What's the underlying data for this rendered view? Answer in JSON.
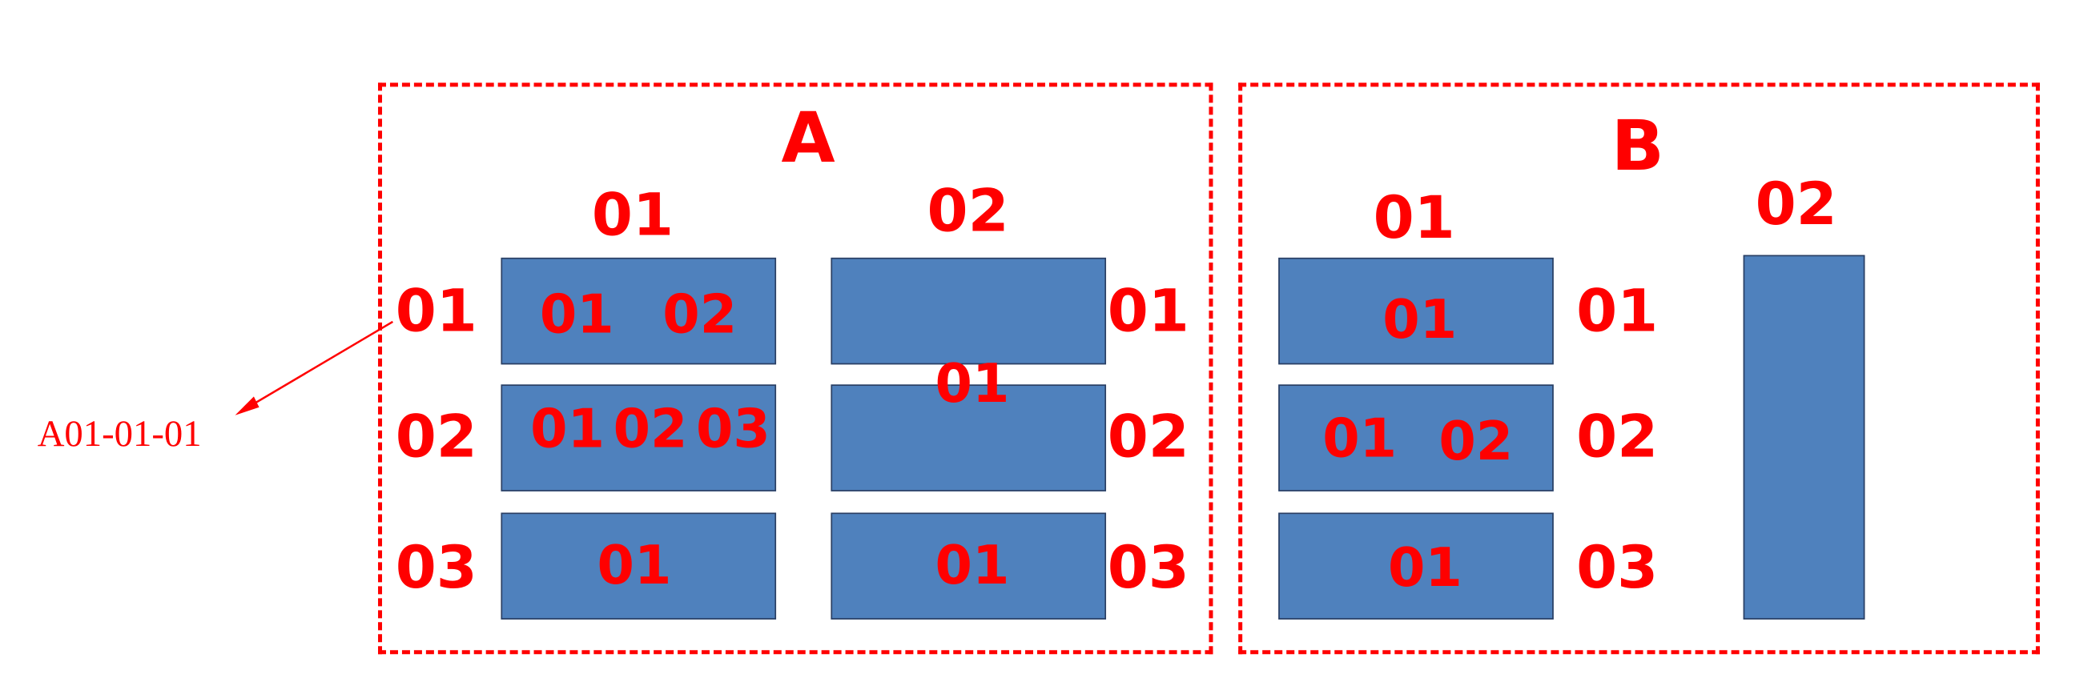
{
  "colors": {
    "accent": "#ff0000",
    "box_fill": "#4f81bd",
    "box_border": "#2b3f63"
  },
  "callout": {
    "text": "A01-01-01"
  },
  "zone_a": {
    "title": "A",
    "columns": [
      "01",
      "02"
    ],
    "rows_left": [
      "01",
      "02",
      "03"
    ],
    "rows_right": [
      "01",
      "02",
      "03"
    ],
    "col1": {
      "row1": [
        "01",
        "02"
      ],
      "row2": [
        "01",
        "02",
        "03"
      ],
      "row3": [
        "01"
      ]
    },
    "col2": {
      "merged_label": "01",
      "row3": [
        "01"
      ]
    }
  },
  "zone_b": {
    "title": "B",
    "columns": [
      "01",
      "02"
    ],
    "rows": [
      "01",
      "02",
      "03"
    ],
    "col1": {
      "row1": [
        "01"
      ],
      "row2": [
        "01",
        "02"
      ],
      "row3": [
        "01"
      ]
    }
  }
}
